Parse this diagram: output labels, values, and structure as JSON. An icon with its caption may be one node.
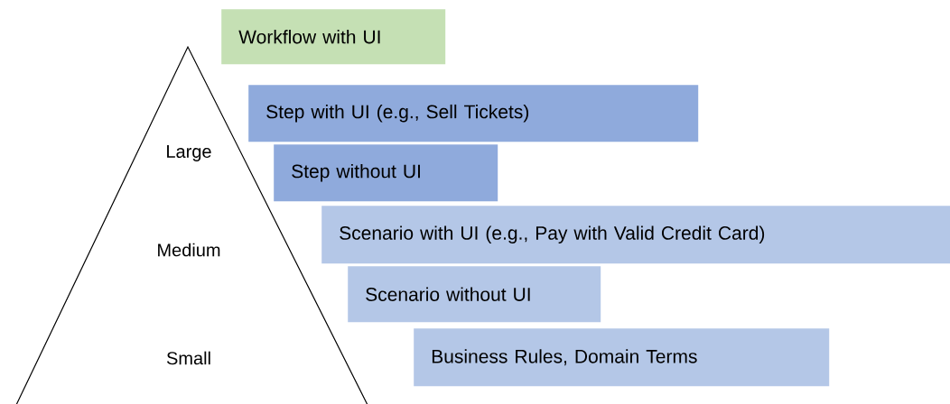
{
  "diagram": {
    "nodes": [
      {
        "text": [
          "Large",
          "Medium",
          "Small"
        ]
      },
      {
        "text": [
          "Workflow with UI"
        ]
      },
      {
        "text": [
          "Step with UI (e.g., Sell Tickets)"
        ]
      },
      {
        "text": [
          "Step without UI"
        ]
      },
      {
        "text": [
          "Scenario with UI (e.g., Pay with Valid Credit Card)"
        ]
      },
      {
        "text": [
          "Scenario without UI"
        ]
      },
      {
        "text": [
          "Business Rules, Domain Terms"
        ]
      }
    ],
    "edges": []
  }
}
